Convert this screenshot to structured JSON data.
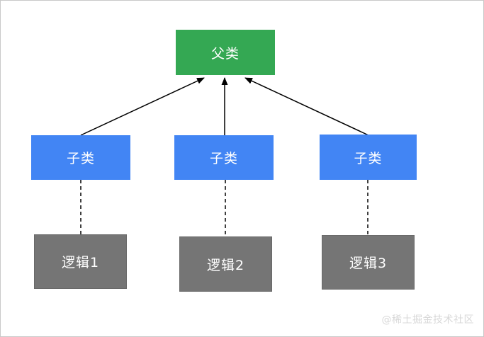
{
  "diagram": {
    "parent": {
      "label": "父类"
    },
    "children": [
      {
        "label": "子类"
      },
      {
        "label": "子类"
      },
      {
        "label": "子类"
      }
    ],
    "logics": [
      {
        "label": "逻辑1"
      },
      {
        "label": "逻辑2"
      },
      {
        "label": "逻辑3"
      }
    ],
    "colors": {
      "parent": "#34a853",
      "child": "#4285f4",
      "logic": "#757575",
      "text": "#ffffff",
      "line": "#000000"
    }
  },
  "watermark": {
    "text": "@稀土掘金技术社区"
  }
}
